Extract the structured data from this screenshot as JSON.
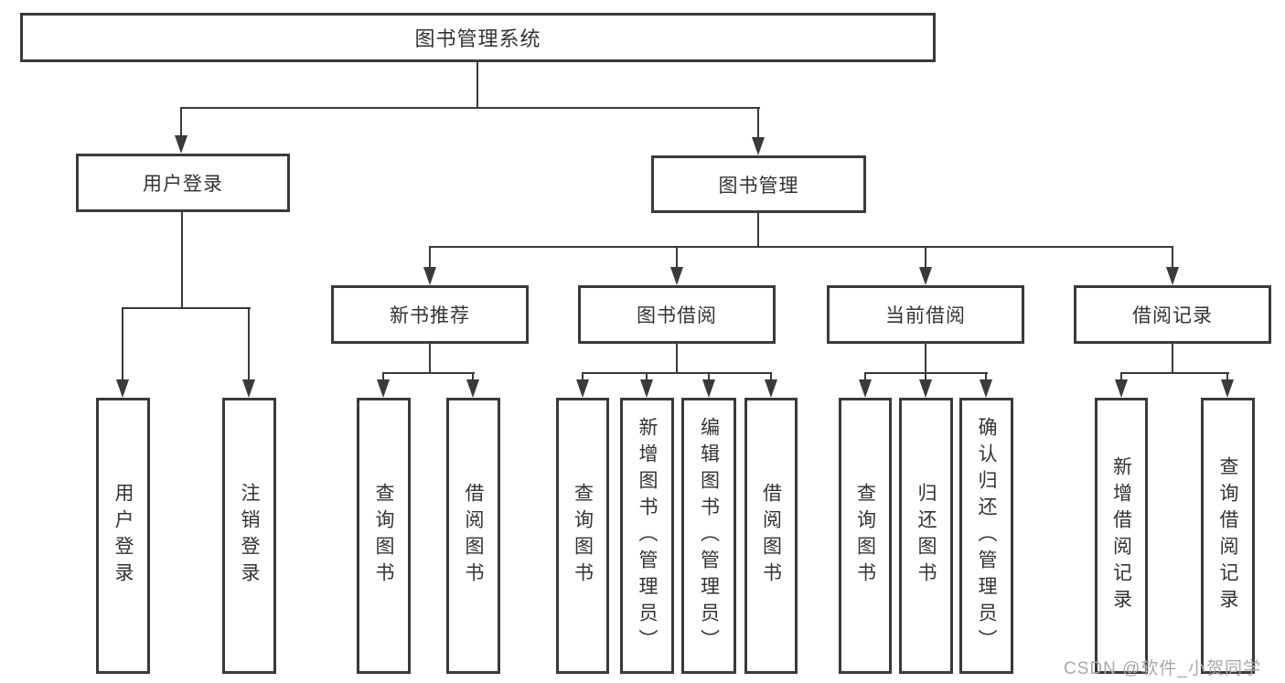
{
  "colors": {
    "line": "#3a3a3a",
    "text": "#333333",
    "watermark": "#a8a8a8",
    "background": "#ffffff"
  },
  "watermark": {
    "text": "CSDN @软件_小贺同学"
  },
  "tree": {
    "root": {
      "label": "图书管理系统"
    },
    "branches": [
      {
        "label": "用户登录",
        "children": [
          {
            "label": "用户登录"
          },
          {
            "label": "注销登录"
          }
        ]
      },
      {
        "label": "图书管理",
        "children": [
          {
            "label": "新书推荐",
            "children": [
              {
                "label": "查询图书"
              },
              {
                "label": "借阅图书"
              }
            ]
          },
          {
            "label": "图书借阅",
            "children": [
              {
                "label": "查询图书"
              },
              {
                "label": "新增图书（管理员）"
              },
              {
                "label": "编辑图书（管理员）"
              },
              {
                "label": "借阅图书"
              }
            ]
          },
          {
            "label": "当前借阅",
            "children": [
              {
                "label": "查询图书"
              },
              {
                "label": "归还图书"
              },
              {
                "label": "确认归还（管理员）"
              }
            ]
          },
          {
            "label": "借阅记录",
            "children": [
              {
                "label": "新增借阅记录"
              },
              {
                "label": "查询借阅记录"
              }
            ]
          }
        ]
      }
    ]
  }
}
